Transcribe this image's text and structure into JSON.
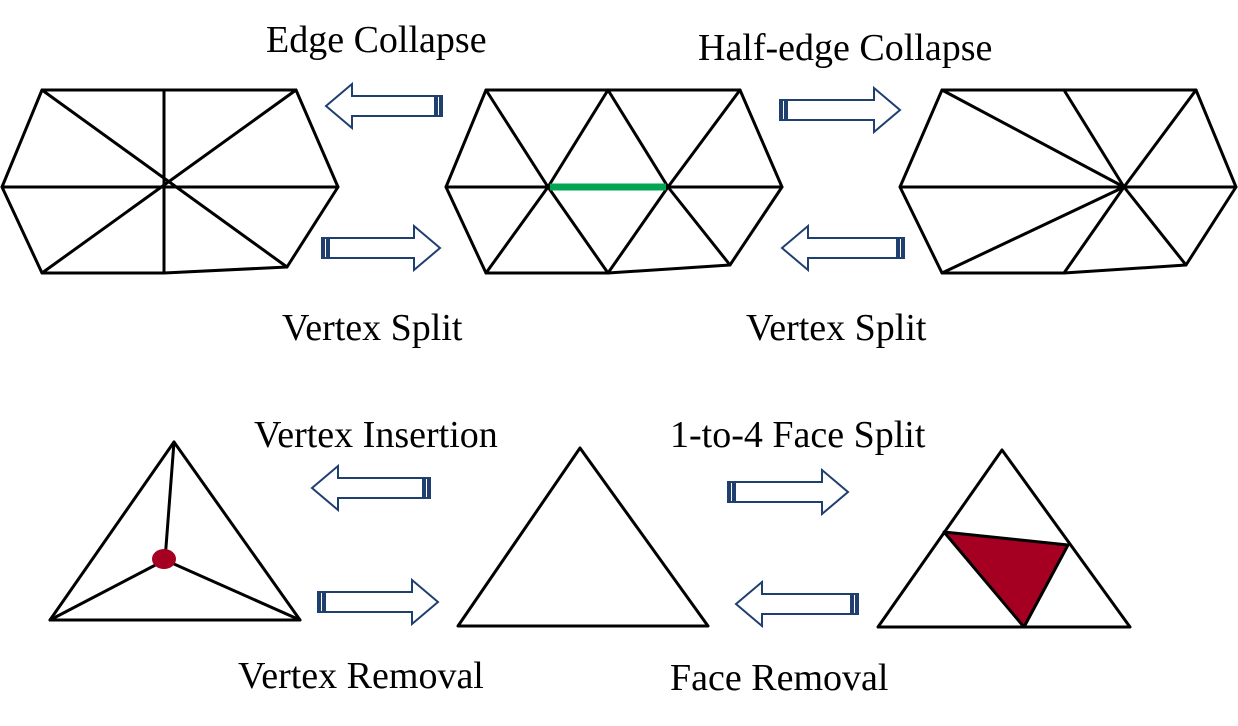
{
  "diagram": {
    "title": "Mesh local operations",
    "colors": {
      "mesh_line": "#000000",
      "highlight_edge": "#00a651",
      "inserted_vertex": "#a50021",
      "removed_face": "#a50021",
      "arrow_outline": "#1f3f6e"
    },
    "top_row": {
      "edge_collapse_label": "Edge Collapse",
      "half_edge_collapse_label": "Half-edge Collapse",
      "vertex_split_left_label": "Vertex Split",
      "vertex_split_right_label": "Vertex Split"
    },
    "bottom_row": {
      "vertex_insertion_label": "Vertex Insertion",
      "face_split_label": "1-to-4 Face Split",
      "vertex_removal_label": "Vertex Removal",
      "face_removal_label": "Face Removal"
    }
  }
}
